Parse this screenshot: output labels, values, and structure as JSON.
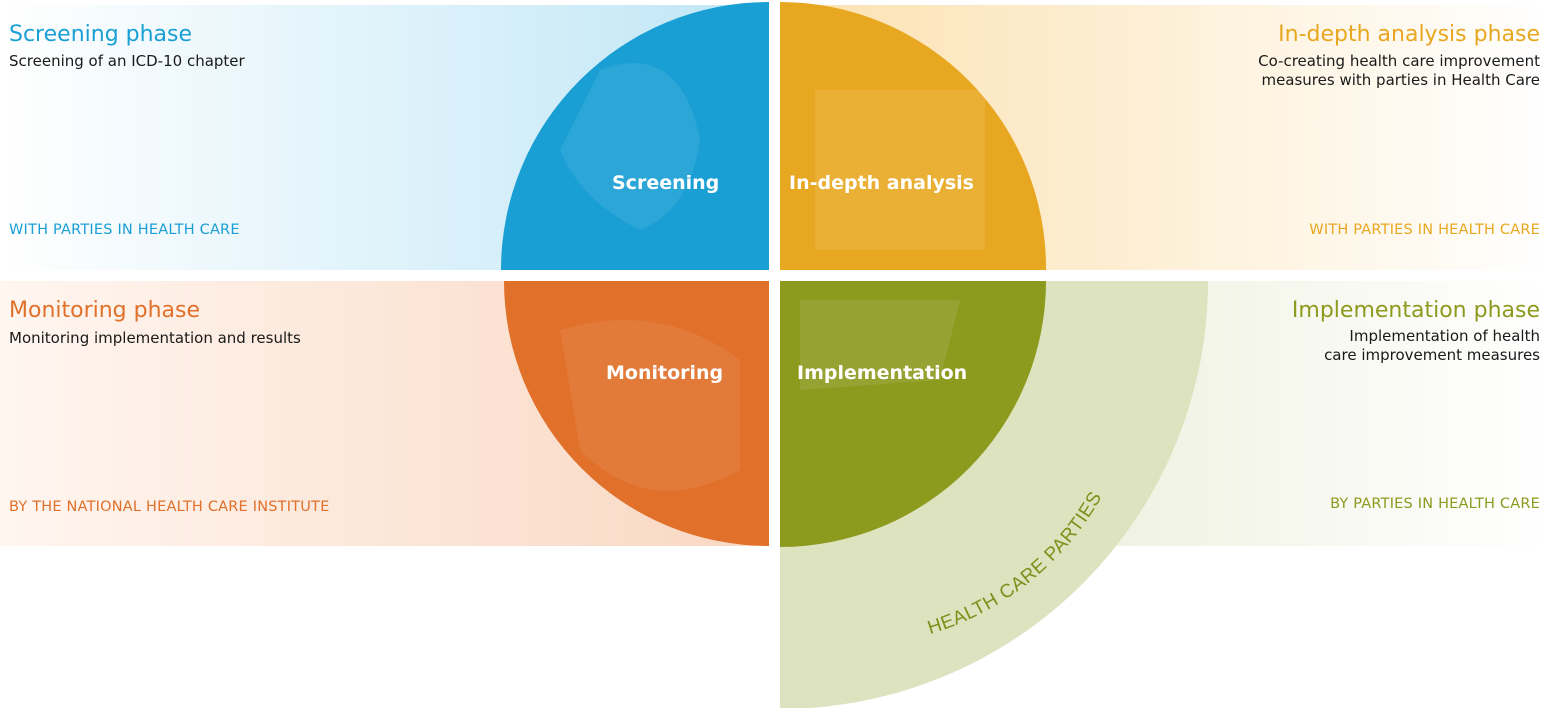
{
  "colors": {
    "screening": "#1a9fd4",
    "analysis": "#e8a720",
    "monitoring": "#e0702a",
    "implementation": "#8c9a1e",
    "ring": "#dde2bf"
  },
  "screening": {
    "title": "Screening phase",
    "subtitle": "Screening of an ICD-10 chapter",
    "tag": "WITH PARTIES IN HEALTH CARE",
    "center_label": "Screening"
  },
  "analysis": {
    "title": "In-depth analysis phase",
    "subtitle_line1": "Co-creating health care improvement",
    "subtitle_line2": "measures with parties in Health Care",
    "tag": "WITH PARTIES IN HEALTH CARE",
    "center_label": "In-depth analysis"
  },
  "monitoring": {
    "title": "Monitoring phase",
    "subtitle": "Monitoring implementation and results",
    "tag": "BY THE NATIONAL HEALTH CARE INSTITUTE",
    "center_label": "Monitoring"
  },
  "implementation": {
    "title": "Implementation phase",
    "subtitle_line1": "Implementation of health",
    "subtitle_line2": "care improvement measures",
    "tag": "BY PARTIES IN HEALTH CARE",
    "center_label": "Implementation"
  },
  "ring_label": "HEALTH CARE PARTIES"
}
